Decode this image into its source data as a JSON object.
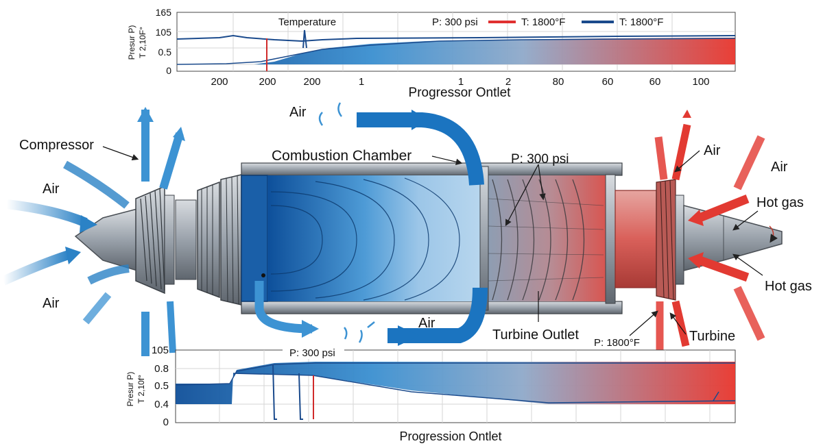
{
  "top_chart": {
    "title": "Temperature",
    "y_axis_label_1": "Presur P)",
    "y_axis_label_2": "T 2,10F°",
    "y_ticks": [
      "165",
      "105",
      "0.5",
      "0"
    ],
    "x_ticks": [
      "200",
      "200",
      "200",
      "1",
      "1",
      "2",
      "80",
      "60",
      "60",
      "100"
    ],
    "x_label": "Progressor Ontlet",
    "legend_pressure": "P: 300 psi",
    "legend_t1": "T: 1800°F",
    "legend_t2": "T: 1800°F",
    "legend_t1_color": "#e03030",
    "legend_t2_color": "#1a4a8c"
  },
  "bottom_chart": {
    "annotation": "P: 300 psi",
    "y_axis_label_1": "Presur P)",
    "y_axis_label_2": "T 2,10f°",
    "y_ticks": [
      "105",
      "0.8",
      "0.5",
      "0.4",
      "0"
    ],
    "x_label": "Progression Ontlet"
  },
  "labels": {
    "compressor": "Compressor",
    "air_left_top": "Air",
    "air_left_bottom": "Air",
    "air_top_center": "Air",
    "combustion_chamber": "Combustion Chamber",
    "pressure_center": "P: 300 psi",
    "air_bottom_center": "Air",
    "turbine_outlet": "Turbine Outlet",
    "temp_bottom": "P: 1800°F",
    "turbine": "Turbine",
    "air_right_1": "Air",
    "air_right_2": "Air",
    "hot_gas_top": "Hot gas",
    "hot_gas_bottom": "Hot gas"
  },
  "colors": {
    "cold_blue": "#1565b8",
    "hot_red": "#e23a32",
    "metal": "#9aa2ab"
  }
}
